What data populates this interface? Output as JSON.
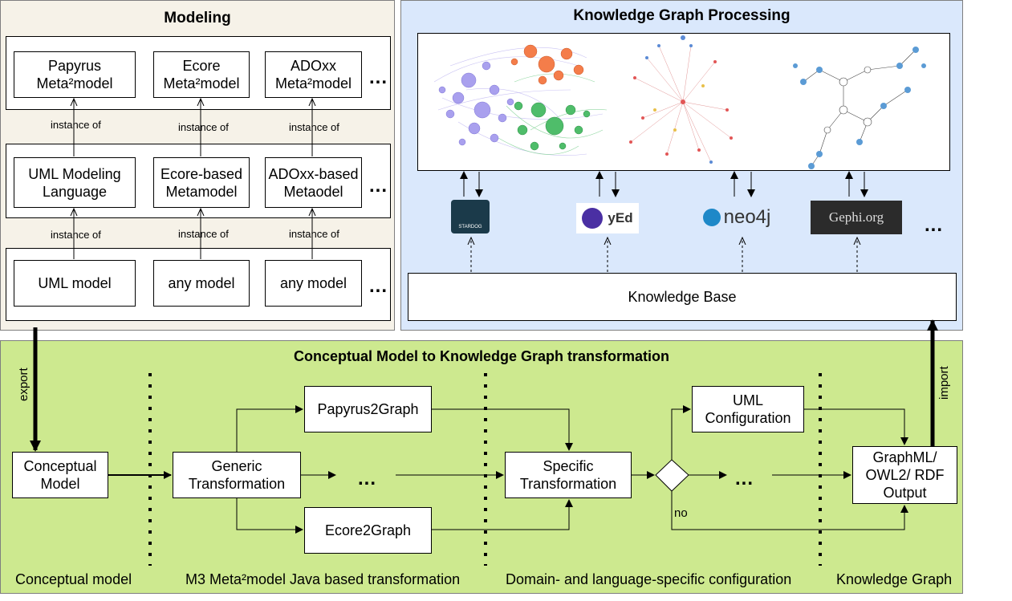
{
  "modeling": {
    "title": "Modeling",
    "meta2": [
      "Papyrus\nMeta²model",
      "Ecore\nMeta²model",
      "ADOxx\nMeta²model"
    ],
    "meta": [
      "UML Modeling\nLanguage",
      "Ecore-based\nMetamodel",
      "ADOxx-based\nMetaodel"
    ],
    "models": [
      "UML model",
      "any model",
      "any model"
    ],
    "instance_of": "instance of",
    "ellipsis": "..."
  },
  "kg": {
    "title": "Knowledge Graph Processing",
    "tools": {
      "stardog": "STARDOG",
      "yed": "yEd",
      "neo4j": "neo4j",
      "gephi": "Gephi.org"
    },
    "ellipsis": "...",
    "knowledge_base": "Knowledge Base"
  },
  "transform": {
    "title": "Conceptual Model to Knowledge Graph transformation",
    "export": "export",
    "import": "import",
    "conceptual_model": "Conceptual\nModel",
    "generic": "Generic\nTransformation",
    "papyrus2graph": "Papyrus2Graph",
    "ecore2graph": "Ecore2Graph",
    "specific": "Specific\nTransformation",
    "uml_config": "UML\nConfiguration",
    "output": "GraphML/\nOWL2/ RDF\nOutput",
    "no": "no",
    "ellipsis": "...",
    "footer": [
      "Conceptual model",
      "M3 Meta²model Java based transformation",
      "Domain- and language-specific configuration",
      "Knowledge Graph"
    ]
  },
  "colors": {
    "modeling_bg": "#f6f2e8",
    "kg_bg": "#dae8fc",
    "transform_bg": "#cde98f",
    "node_purple": "#a9a0ee",
    "node_orange": "#f47d4a",
    "node_green": "#4fbd6a",
    "node_blue": "#5b9bd5"
  }
}
